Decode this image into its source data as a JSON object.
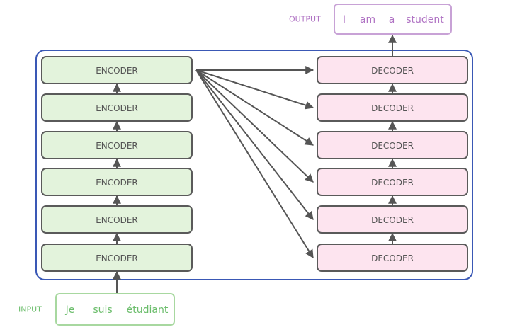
{
  "output": {
    "label": "OUTPUT",
    "words": [
      "I",
      "am",
      "a",
      "student"
    ]
  },
  "input": {
    "label": "INPUT",
    "words": [
      "Je",
      "suis",
      "étudiant"
    ]
  },
  "encoders": [
    "ENCODER",
    "ENCODER",
    "ENCODER",
    "ENCODER",
    "ENCODER",
    "ENCODER"
  ],
  "decoders": [
    "DECODER",
    "DECODER",
    "DECODER",
    "DECODER",
    "DECODER",
    "DECODER"
  ],
  "colors": {
    "container_border": "#3a58b5",
    "encoder_fill": "#e3f3dc",
    "decoder_fill": "#fde4ef",
    "box_border": "#5a5a5a",
    "arrow": "#555555",
    "output": "#b073c4",
    "input": "#6bbd6b"
  }
}
